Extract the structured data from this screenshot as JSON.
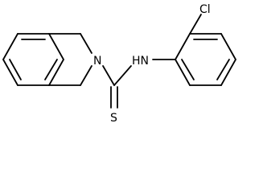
{
  "molecule": {
    "atoms": {
      "chlorine": "Cl",
      "amine_hydrogen_nitrogen": "HN",
      "ring_nitrogen": "N",
      "sulfur": "S"
    },
    "colors": {
      "bond": "#000000",
      "label": "#000000",
      "background": "#ffffff"
    }
  }
}
